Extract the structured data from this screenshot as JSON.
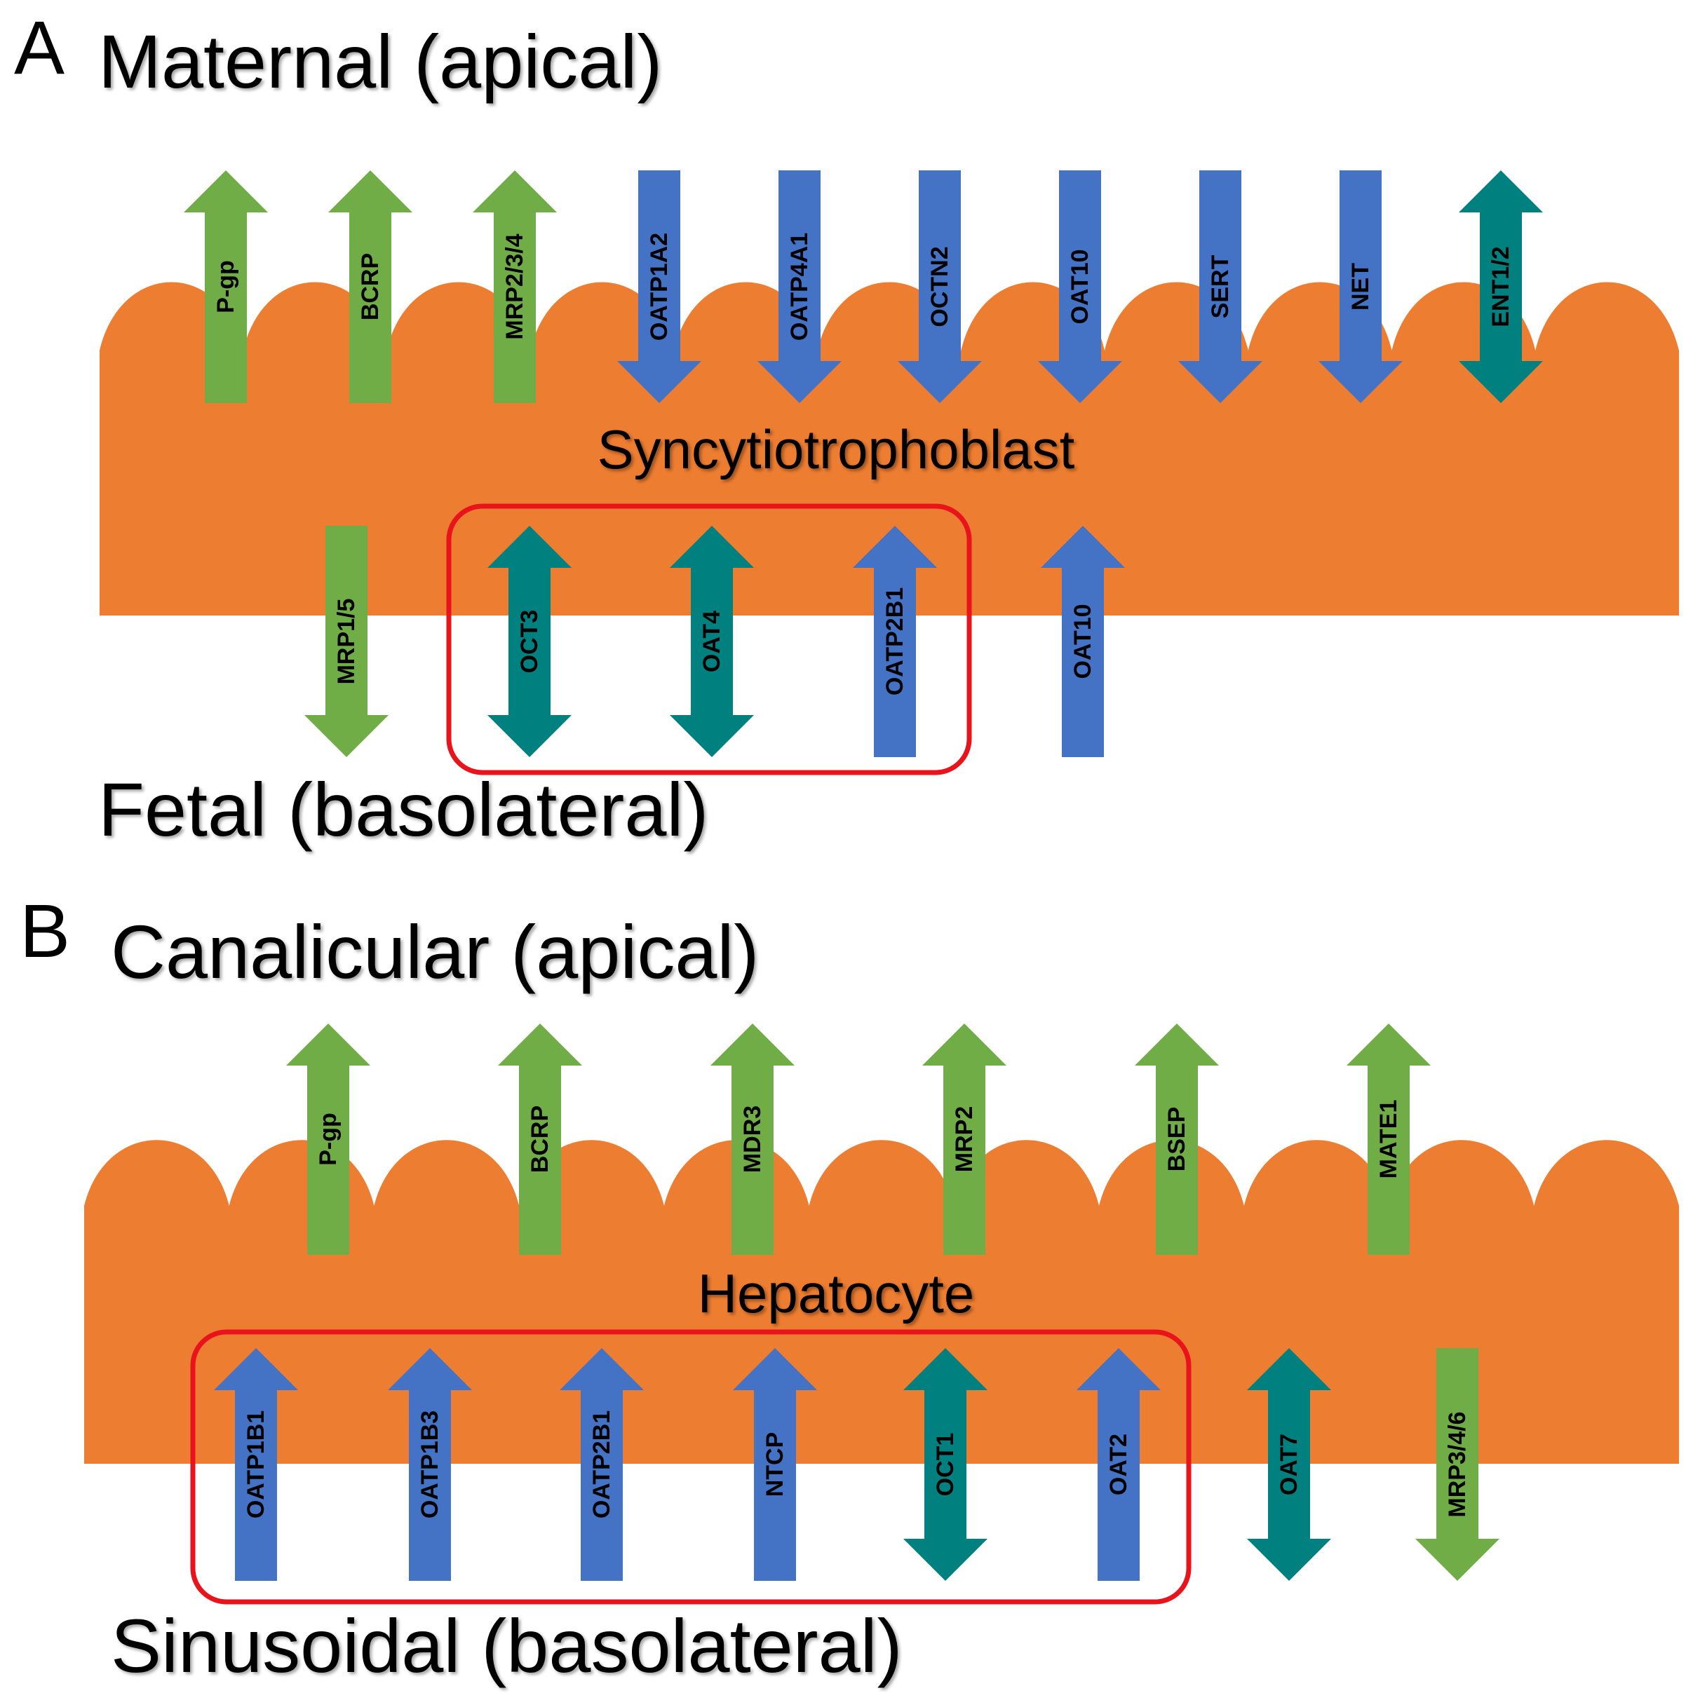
{
  "colors": {
    "cell": "#ED7D31",
    "efflux": "#70AD47",
    "uptake": "#4472C4",
    "bidirectional": "#00807F",
    "highlight_box": "#E8131B",
    "text": "#000000"
  },
  "panelA": {
    "letter": "A",
    "top_label": "Maternal (apical)",
    "cell_label": "Syncytiotrophoblast",
    "bottom_label": "Fetal (basolateral)",
    "apical_transporters": [
      {
        "name": "P-gp",
        "kind": "efflux",
        "direction": "up"
      },
      {
        "name": "BCRP",
        "kind": "efflux",
        "direction": "up"
      },
      {
        "name": "MRP2/3/4",
        "kind": "efflux",
        "direction": "up"
      },
      {
        "name": "OATP1A2",
        "kind": "uptake",
        "direction": "down"
      },
      {
        "name": "OATP4A1",
        "kind": "uptake",
        "direction": "down"
      },
      {
        "name": "OCTN2",
        "kind": "uptake",
        "direction": "down"
      },
      {
        "name": "OAT10",
        "kind": "uptake",
        "direction": "down"
      },
      {
        "name": "SERT",
        "kind": "uptake",
        "direction": "down"
      },
      {
        "name": "NET",
        "kind": "uptake",
        "direction": "down"
      },
      {
        "name": "ENT1/2",
        "kind": "bidirectional",
        "direction": "both"
      }
    ],
    "basolateral_transporters": [
      {
        "name": "MRP1/5",
        "kind": "efflux",
        "direction": "down"
      },
      {
        "name": "OCT3",
        "kind": "bidirectional",
        "direction": "both"
      },
      {
        "name": "OAT4",
        "kind": "bidirectional",
        "direction": "both"
      },
      {
        "name": "OATP2B1",
        "kind": "uptake",
        "direction": "up"
      },
      {
        "name": "OAT10",
        "kind": "uptake",
        "direction": "up"
      }
    ]
  },
  "panelB": {
    "letter": "B",
    "top_label": "Canalicular (apical)",
    "cell_label": "Hepatocyte",
    "bottom_label": "Sinusoidal (basolateral)",
    "apical_transporters": [
      {
        "name": "P-gp",
        "kind": "efflux",
        "direction": "up"
      },
      {
        "name": "BCRP",
        "kind": "efflux",
        "direction": "up"
      },
      {
        "name": "MDR3",
        "kind": "efflux",
        "direction": "up"
      },
      {
        "name": "MRP2",
        "kind": "efflux",
        "direction": "up"
      },
      {
        "name": "BSEP",
        "kind": "efflux",
        "direction": "up"
      },
      {
        "name": "MATE1",
        "kind": "efflux",
        "direction": "up"
      }
    ],
    "basolateral_transporters": [
      {
        "name": "OATP1B1",
        "kind": "uptake",
        "direction": "up"
      },
      {
        "name": "OATP1B3",
        "kind": "uptake",
        "direction": "up"
      },
      {
        "name": "OATP2B1",
        "kind": "uptake",
        "direction": "up"
      },
      {
        "name": "NTCP",
        "kind": "uptake",
        "direction": "up"
      },
      {
        "name": "OCT1",
        "kind": "bidirectional",
        "direction": "both"
      },
      {
        "name": "OAT2",
        "kind": "uptake",
        "direction": "up"
      },
      {
        "name": "OAT7",
        "kind": "bidirectional",
        "direction": "both"
      },
      {
        "name": "MRP3/4/6",
        "kind": "efflux",
        "direction": "down"
      }
    ]
  }
}
